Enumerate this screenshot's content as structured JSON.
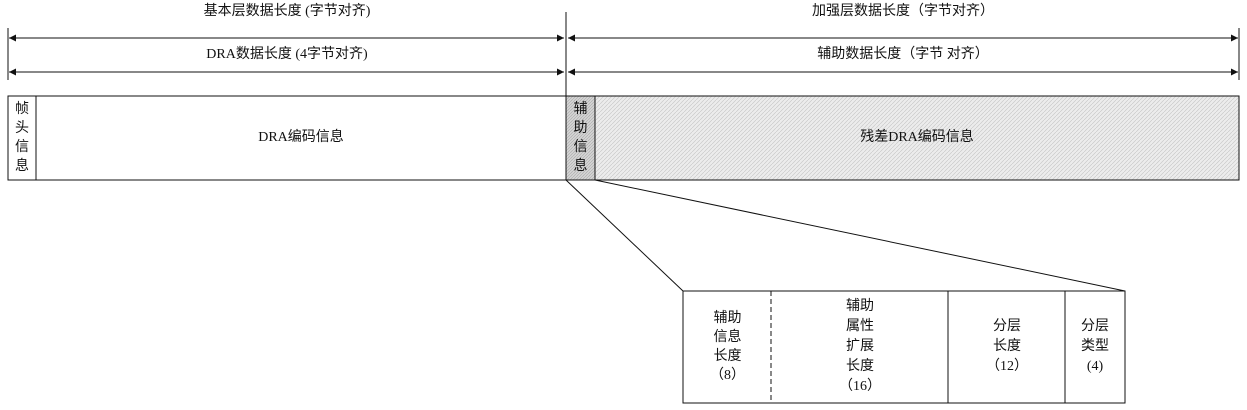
{
  "top_labels": {
    "base_layer_length": "基本层数据长度 (字节对齐)",
    "enhance_layer_length": "加强层数据长度（字节对齐）",
    "dra_data_length": "DRA数据长度 (4字节对齐)",
    "aux_data_length": "辅助数据长度（字节 对齐）"
  },
  "frame_row": {
    "frame_header": [
      "帧",
      "头",
      "信",
      "息"
    ],
    "dra_coding_info": "DRA编码信息",
    "aux_info": [
      "辅",
      "助",
      "信",
      "息"
    ],
    "residual_dra_coding_info": "残差DRA编码信息"
  },
  "detail_box": {
    "aux_info_length": [
      "辅助",
      "信息",
      "长度",
      "（8）"
    ],
    "aux_attr_ext_length": [
      "辅助",
      "属性",
      "扩展",
      "长度",
      "（16）"
    ],
    "layer_length": [
      "分层",
      "长度",
      "（12）"
    ],
    "layer_type": [
      "分层",
      "类型",
      "(4)"
    ]
  },
  "colors": {
    "line": "#111111",
    "hatch_fill": "#e6e6e6",
    "aux_fill": "#cfcfcf"
  }
}
